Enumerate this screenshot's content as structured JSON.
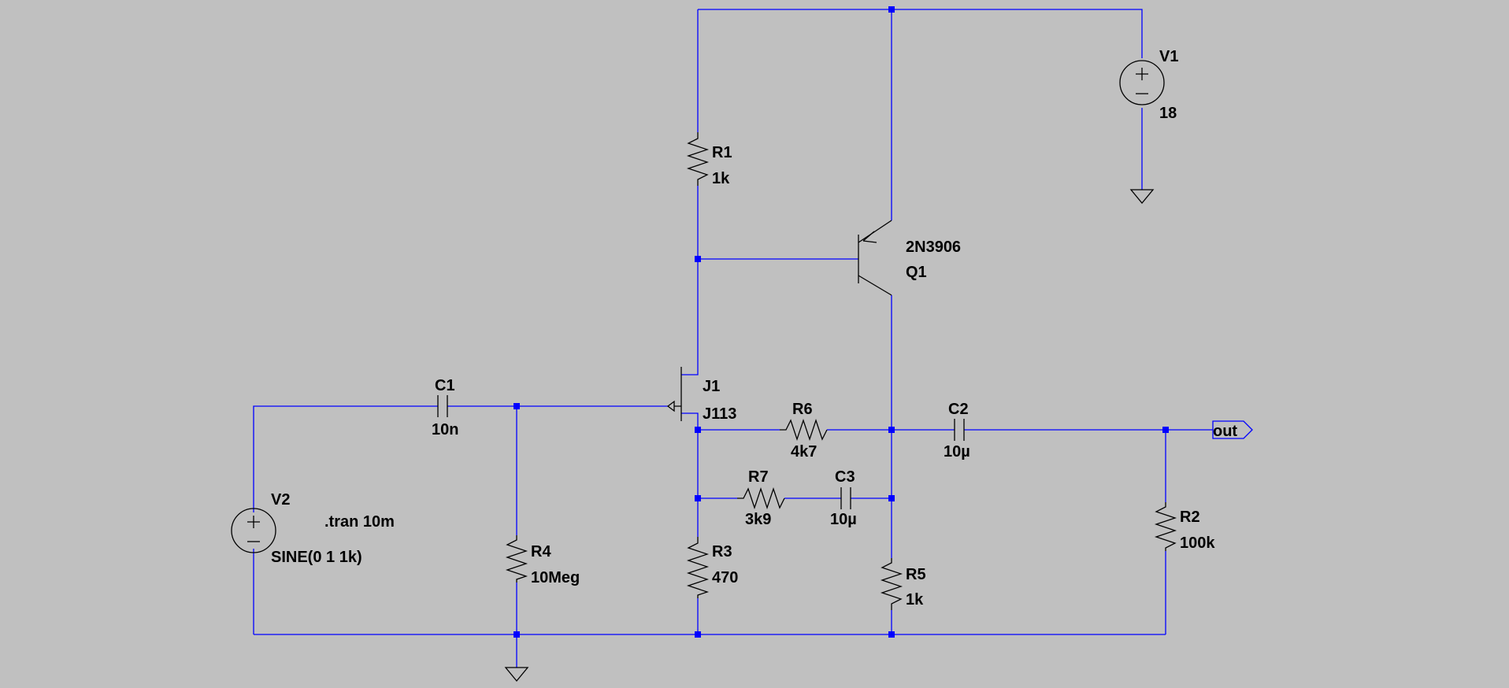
{
  "components": {
    "V1": {
      "name": "V1",
      "value": "18"
    },
    "V2": {
      "name": "V2",
      "value": "SINE(0 1 1k)"
    },
    "R1": {
      "name": "R1",
      "value": "1k"
    },
    "R2": {
      "name": "R2",
      "value": "100k"
    },
    "R3": {
      "name": "R3",
      "value": "470"
    },
    "R4": {
      "name": "R4",
      "value": "10Meg"
    },
    "R5": {
      "name": "R5",
      "value": "1k"
    },
    "R6": {
      "name": "R6",
      "value": "4k7"
    },
    "R7": {
      "name": "R7",
      "value": "3k9"
    },
    "C1": {
      "name": "C1",
      "value": "10n"
    },
    "C2": {
      "name": "C2",
      "value": "10µ"
    },
    "C3": {
      "name": "C3",
      "value": "10µ"
    },
    "Q1": {
      "name": "Q1",
      "model": "2N3906"
    },
    "J1": {
      "name": "J1",
      "model": "J113"
    }
  },
  "directive": ".tran 10m",
  "net_label": "out",
  "colors": {
    "background": "#c0c0c0",
    "wire": "#0000ff",
    "component": "#000000",
    "junction": "#0000ff"
  }
}
